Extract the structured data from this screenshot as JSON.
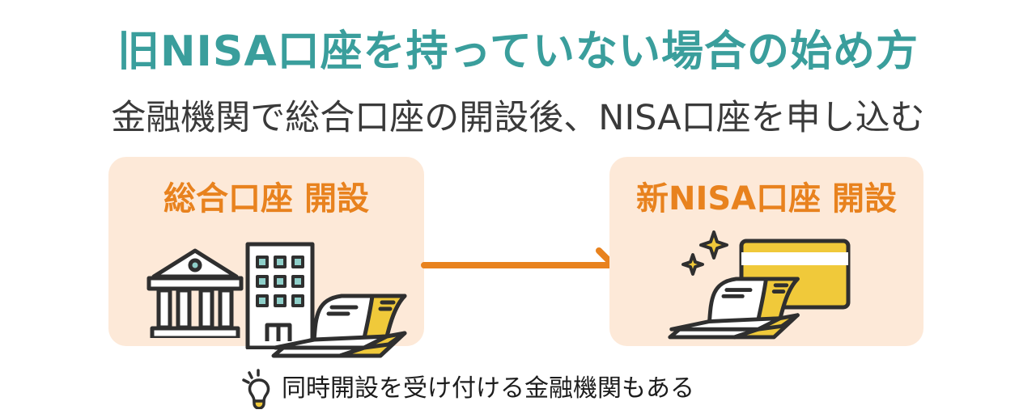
{
  "header": {
    "title": "旧NISA口座を持っていない場合の始め方",
    "subtitle": "金融機関で総合口座の開設後、NISA口座を申し込む"
  },
  "steps": [
    {
      "label": "総合口座 開設",
      "icons": [
        "bank-icon",
        "office-building-icon",
        "application-form-icon"
      ]
    },
    {
      "label": "新NISA口座 開設",
      "icons": [
        "sparkle-icon",
        "bank-card-icon",
        "application-form-icon"
      ]
    }
  ],
  "flow": {
    "arrow": "arrow-right-icon"
  },
  "note": {
    "icon": "lightbulb-icon",
    "text": "同時開設を受け付ける金融機関もある"
  },
  "colors": {
    "title": "#3a9e9c",
    "subtitle": "#3a3a3a",
    "accent_orange": "#e8821e",
    "box_background": "#fde9d8",
    "yellow": "#f0c93a",
    "window_teal": "#8ecfc9",
    "outline": "#2f2f2f"
  }
}
